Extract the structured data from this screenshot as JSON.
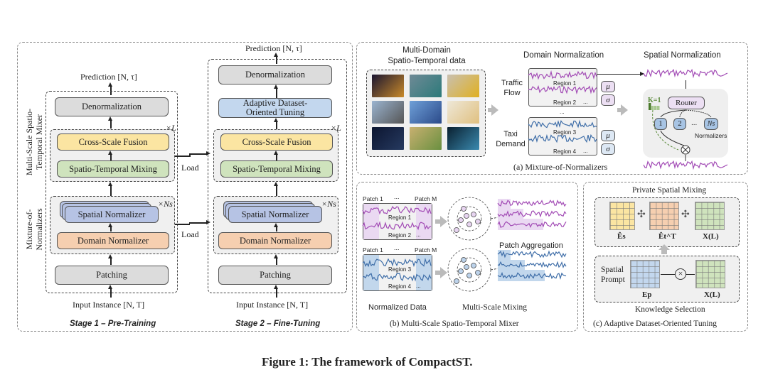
{
  "caption": "Figure 1: The framework of CompactST.",
  "stage1": {
    "title": "Stage 1 – Pre-Training",
    "prediction": "Prediction [N, τ]",
    "input": "Input Instance [N, T]",
    "denorm": "Denormalization",
    "cross_scale": "Cross-Scale Fusion",
    "st_mixing": "Spatio-Temporal Mixing",
    "spatial_norm": "Spatial Normalizer",
    "domain_norm": "Domain Normalizer",
    "patching": "Patching",
    "repeat_L": "×L",
    "repeat_Ns": "×Ns",
    "side_label_mixer": [
      "Multi-Scale Spatio-",
      "Temporal Mixer"
    ],
    "side_label_mon": [
      "Mixture-of-",
      "Normalizers"
    ]
  },
  "load_labels": [
    "Load",
    "Load"
  ],
  "stage2": {
    "title": "Stage 2 – Fine-Tuning",
    "prediction": "Prediction [N, τ]",
    "input": "Input Instance [N, T]",
    "denorm": "Denormalization",
    "adot": "Adaptive Dataset-Oriented Tuning",
    "cross_scale": "Cross-Scale Fusion",
    "st_mixing": "Spatio-Temporal Mixing",
    "spatial_norm": "Spatial Normalizer",
    "domain_norm": "Domain Normalizer",
    "patching": "Patching",
    "repeat_L": "×L",
    "repeat_Ns": "×Ns"
  },
  "panel_a": {
    "caption": "(a) Mixture-of-Normalizers",
    "data_title": [
      "Multi-Domain",
      "Spatio-Temporal data"
    ],
    "domain_norm_title": "Domain Normalization",
    "spatial_norm_title": "Spatial Normalization",
    "domains": [
      {
        "name": [
          "Traffic",
          "Flow"
        ],
        "regions": [
          "Region 1",
          "Region 2"
        ],
        "color": "#a24bb5"
      },
      {
        "name": [
          "Taxi",
          "Demand"
        ],
        "regions": [
          "Region 3",
          "Region 4"
        ],
        "color": "#3f6ea8"
      }
    ],
    "mu": "μ",
    "sigma": "σ",
    "ellipsis": "...",
    "router": "Router",
    "k_label": "K=1",
    "normalizers": [
      "1",
      "2",
      "Ns"
    ],
    "normalizers_label": "Normalizers",
    "thumbnails": [
      "city-night-lights",
      "bicycle-sharing",
      "yellow-taxis",
      "power-plant",
      "solar-panels",
      "city-map",
      "world-night-map",
      "wind-turbine",
      "network-visualization"
    ]
  },
  "panel_b": {
    "caption": "(b) Multi-Scale Spatio-Temporal Mixer",
    "patch_first": "Patch 1",
    "patch_last": "Patch M",
    "ellipsis": "...",
    "regions": [
      "Region 1",
      "Region 2",
      "Region 3",
      "Region 4"
    ],
    "normalized_data": "Normalized Data",
    "multi_scale_mixing": "Multi-Scale Mixing",
    "patch_aggregation": "Patch Aggregation"
  },
  "panel_c": {
    "caption": "(c) Adaptive Dataset-Oriented Tuning",
    "private_mixing": "Private Spatial Mixing",
    "knowledge_selection": "Knowledge Selection",
    "spatial_prompt": [
      "Spatial",
      "Prompt"
    ],
    "es": "Ês",
    "et": "Êt^T",
    "x_L": "X(L)",
    "ep": "Ep"
  }
}
